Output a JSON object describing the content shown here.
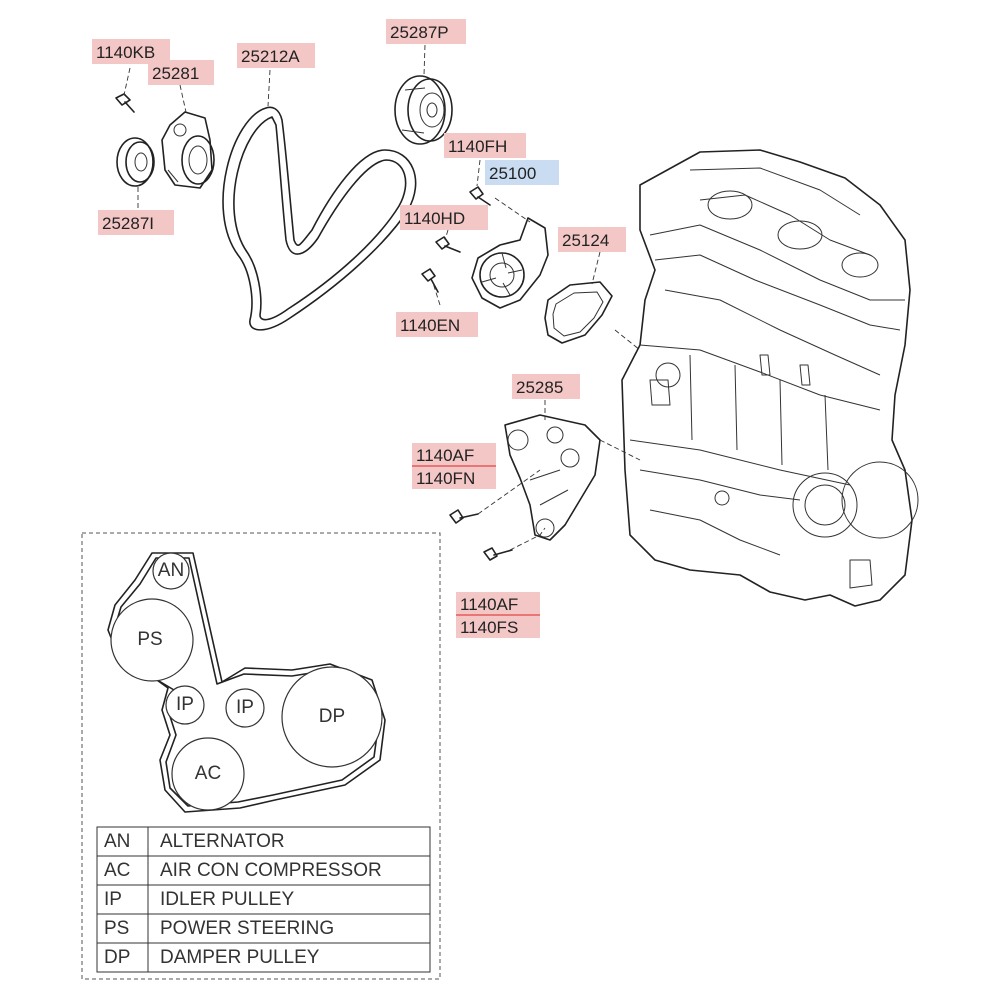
{
  "part_labels": [
    {
      "id": "l1140kb",
      "text": "1140KB",
      "color": "#f4c7c7"
    },
    {
      "id": "l25281",
      "text": "25281",
      "color": "#f4c7c7"
    },
    {
      "id": "l25212a",
      "text": "25212A",
      "color": "#f4c7c7"
    },
    {
      "id": "l25287p",
      "text": "25287P",
      "color": "#f4c7c7"
    },
    {
      "id": "l25287i",
      "text": "25287I",
      "color": "#f4c7c7"
    },
    {
      "id": "l1140fh",
      "text": "1140FH",
      "color": "#f4c7c7"
    },
    {
      "id": "l25100",
      "text": "25100",
      "color": "#c9dcf2"
    },
    {
      "id": "l1140hd",
      "text": "1140HD",
      "color": "#f4c7c7"
    },
    {
      "id": "l25124",
      "text": "25124",
      "color": "#f4c7c7"
    },
    {
      "id": "l1140en",
      "text": "1140EN",
      "color": "#f4c7c7"
    },
    {
      "id": "l25285",
      "text": "25285",
      "color": "#f4c7c7"
    },
    {
      "id": "l1140af_a",
      "text": "1140AF",
      "color": "#f4c7c7"
    },
    {
      "id": "l1140fn",
      "text": "1140FN",
      "color": "#f4c7c7"
    },
    {
      "id": "l1140af_b",
      "text": "1140AF",
      "color": "#f4c7c7"
    },
    {
      "id": "l1140fs",
      "text": "1140FS",
      "color": "#f4c7c7"
    }
  ],
  "belt_layout": {
    "pulleys": [
      {
        "id": "an",
        "label": "AN"
      },
      {
        "id": "ps",
        "label": "PS"
      },
      {
        "id": "ip1",
        "label": "IP"
      },
      {
        "id": "ip2",
        "label": "IP"
      },
      {
        "id": "dp",
        "label": "DP"
      },
      {
        "id": "ac",
        "label": "AC"
      }
    ]
  },
  "legend": {
    "rows": [
      {
        "code": "AN",
        "name": "ALTERNATOR"
      },
      {
        "code": "AC",
        "name": "AIR CON COMPRESSOR"
      },
      {
        "code": "IP",
        "name": "IDLER PULLEY"
      },
      {
        "code": "PS",
        "name": "POWER STEERING"
      },
      {
        "code": "DP",
        "name": "DAMPER PULLEY"
      }
    ]
  }
}
